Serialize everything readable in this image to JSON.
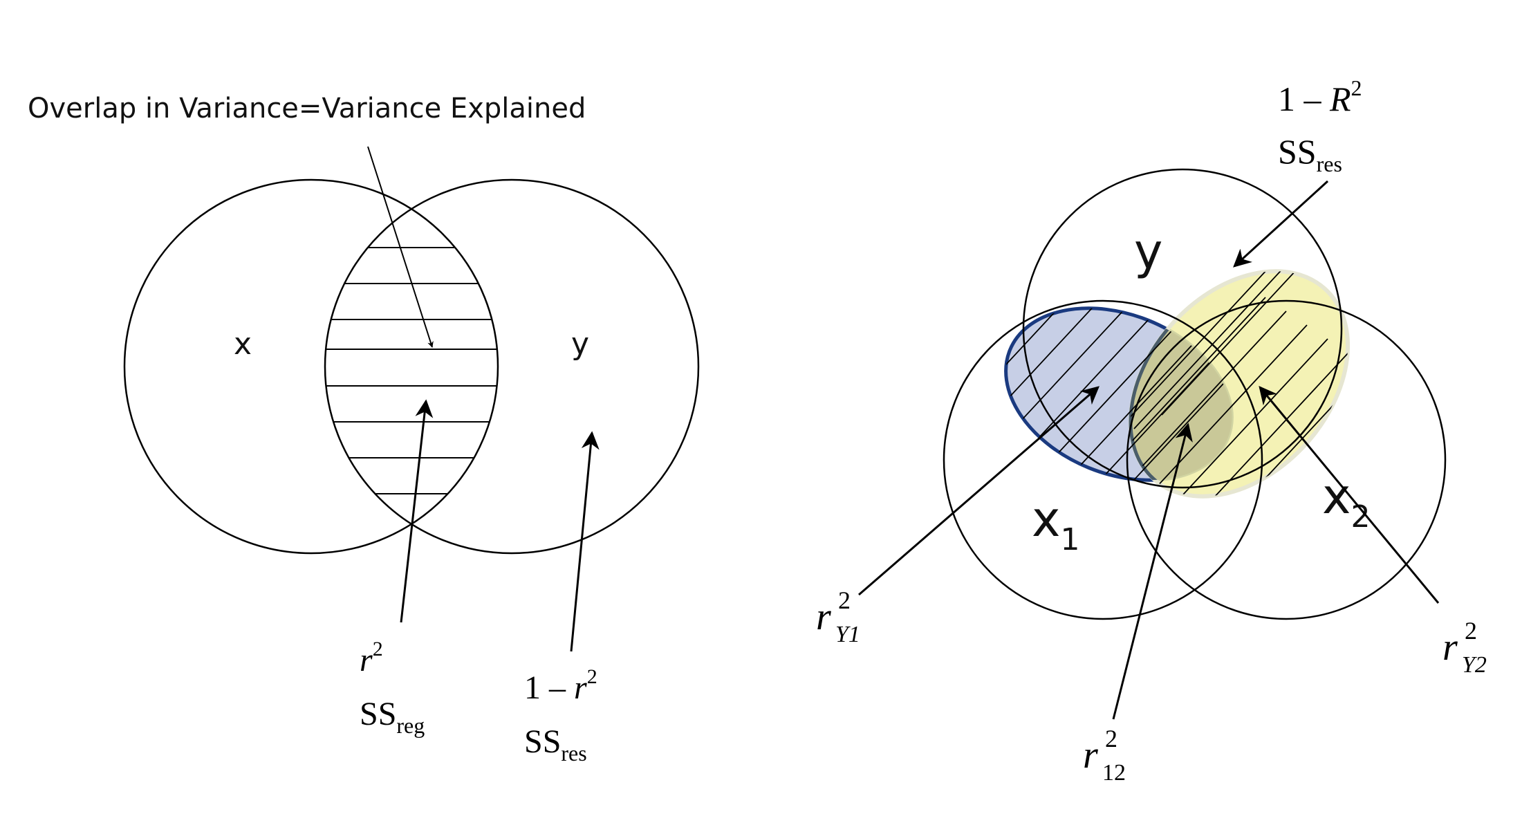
{
  "colors": {
    "stroke": "#000000",
    "blue_fill": "#c7cfe6",
    "blue_edge": "#1a3a80",
    "yellow_fill": "#f2f0a8",
    "yellow_edge": "#e6e6d2",
    "overlap_fill": "#c9c898"
  },
  "left_diagram": {
    "caption": "Overlap in Variance=Variance Explained",
    "circle_x_label": "x",
    "circle_y_label": "y",
    "explained": {
      "line1": {
        "sym": "r",
        "sup": "2"
      },
      "line2": {
        "base": "SS",
        "sub": "reg"
      }
    },
    "residual": {
      "line1": {
        "prefix": "1 – ",
        "sym": "r",
        "sup": "2"
      },
      "line2": {
        "base": "SS",
        "sub": "res"
      }
    }
  },
  "right_diagram": {
    "circle_y_label": "y",
    "circle_x1_label": {
      "base": "x",
      "sub": "1"
    },
    "circle_x2_label": {
      "base": "x",
      "sub": "2"
    },
    "residual": {
      "line1": {
        "prefix": "1 – ",
        "sym": "R",
        "sup": "2"
      },
      "line2": {
        "base": "SS",
        "sub": "res"
      }
    },
    "r_y1": {
      "sym": "r",
      "sup": "2",
      "sub": "Y1"
    },
    "r_12": {
      "sym": "r",
      "sup": "2",
      "sub": "12"
    },
    "r_y2": {
      "sym": "r",
      "sup": "2",
      "sub": "Y2"
    }
  }
}
